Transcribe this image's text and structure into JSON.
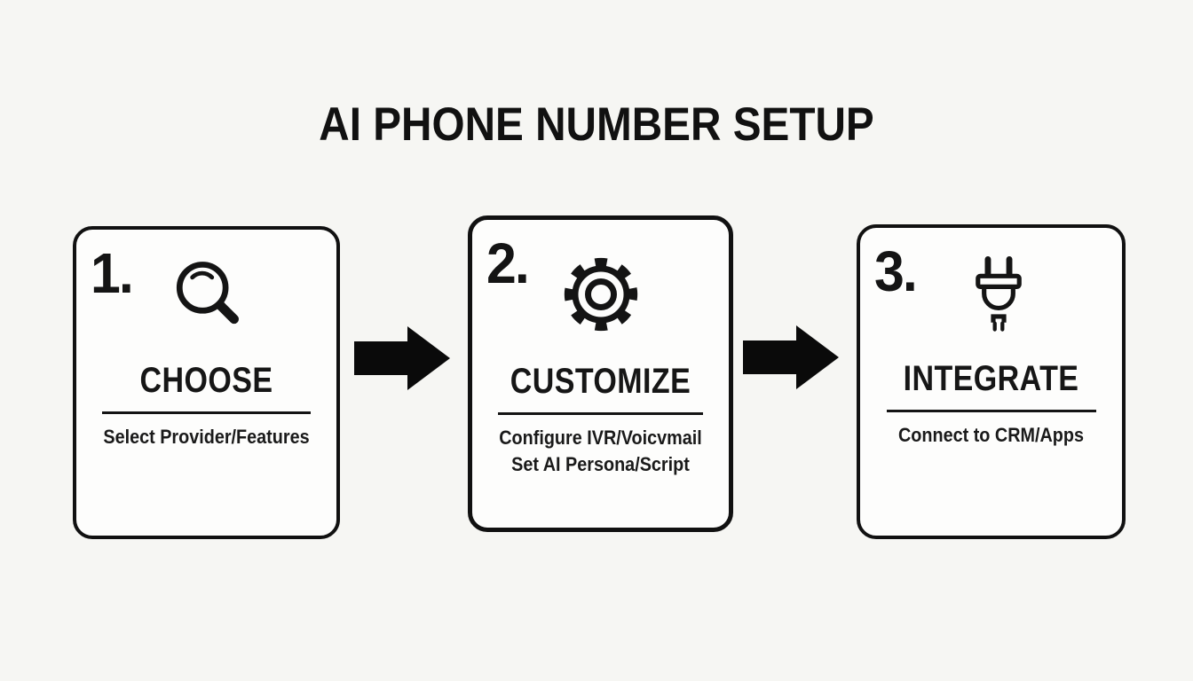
{
  "title": "AI PHONE NUMBER SETUP",
  "colors": {
    "background": "#f6f6f3",
    "box_fill": "#fdfdfc",
    "ink": "#141414"
  },
  "steps": [
    {
      "number": "1.",
      "icon": "magnifier-icon",
      "heading": "CHOOSE",
      "lines": [
        "Select Provider/Features"
      ]
    },
    {
      "number": "2.",
      "icon": "gear-icon",
      "heading": "CUSTOMIZE",
      "lines": [
        "Configure IVR/Voicvmail",
        "Set AI Persona/Script"
      ]
    },
    {
      "number": "3.",
      "icon": "plug-icon",
      "heading": "INTEGRATE",
      "lines": [
        "Connect to CRM/Apps"
      ]
    }
  ],
  "arrows": [
    {
      "icon": "arrow-right-icon"
    },
    {
      "icon": "arrow-right-icon"
    }
  ]
}
